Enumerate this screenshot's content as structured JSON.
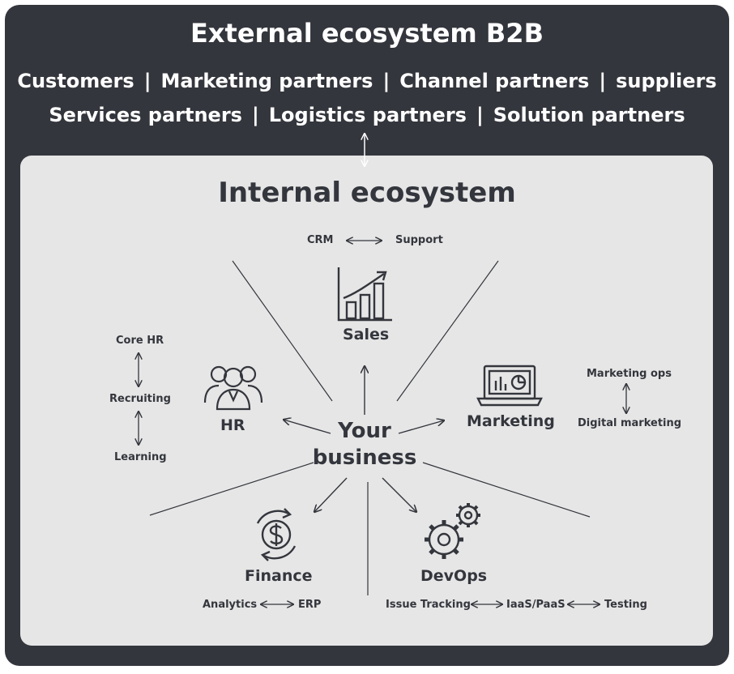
{
  "external": {
    "title": "External ecosystem B2B",
    "row1": [
      "Customers",
      "Marketing partners",
      "Channel partners",
      "suppliers"
    ],
    "row2": [
      "Services partners",
      "Logistics partners",
      "Solution partners"
    ],
    "separator": "|"
  },
  "internal": {
    "title": "Internal ecosystem",
    "center": [
      "Your",
      "business"
    ],
    "sales": {
      "label": "Sales",
      "left": "CRM",
      "right": "Support",
      "icon": "bar-chart-growth-icon"
    },
    "hr": {
      "label": "HR",
      "items": [
        "Core HR",
        "Recruiting",
        "Learning"
      ],
      "icon": "team-people-icon"
    },
    "marketing": {
      "label": "Marketing",
      "items": [
        "Marketing ops",
        "Digital marketing"
      ],
      "icon": "laptop-chart-icon"
    },
    "finance": {
      "label": "Finance",
      "left": "Analytics",
      "right": "ERP",
      "icon": "dollar-cycle-icon"
    },
    "devops": {
      "label": "DevOps",
      "items": [
        "Issue Tracking",
        "IaaS/PaaS",
        "Testing"
      ],
      "icon": "gears-icon"
    }
  },
  "colors": {
    "dark": "#34363d",
    "light_panel": "#e6e6e6",
    "text_light": "#ffffff"
  }
}
